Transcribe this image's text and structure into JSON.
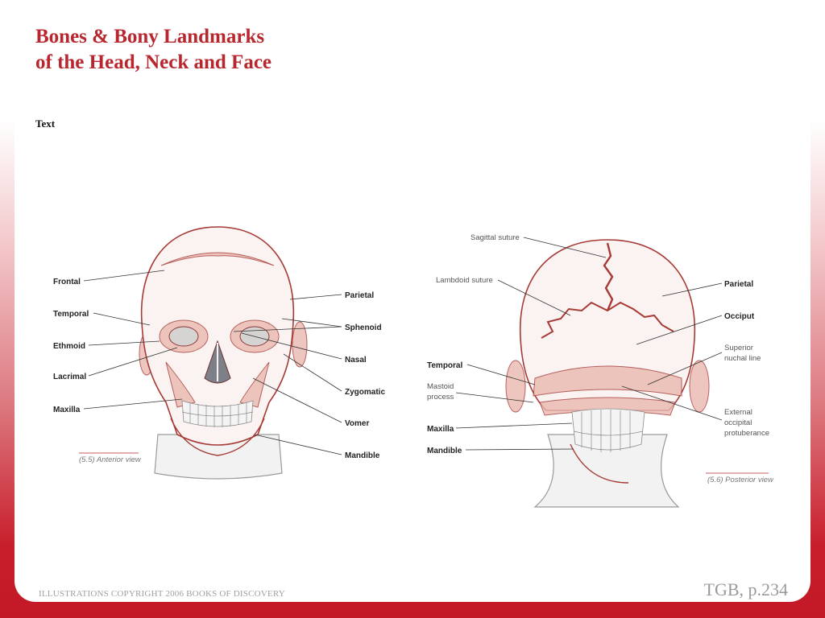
{
  "slide": {
    "title_line1": "Bones & Bony Landmarks",
    "title_line2": "of the Head, Neck and Face",
    "text_label": "Text",
    "footer_copyright": "ILLUSTRATIONS COPYRIGHT 2006 BOOKS OF DISCOVERY",
    "footer_reference": "TGB, p.234"
  },
  "anterior": {
    "caption": "(5.5) Anterior view",
    "left_labels": [
      "Frontal",
      "Temporal",
      "Ethmoid",
      "Lacrimal",
      "Maxilla"
    ],
    "right_labels": [
      "Parietal",
      "Sphenoid",
      "Nasal",
      "Zygomatic",
      "Vomer",
      "Mandible"
    ]
  },
  "posterior": {
    "caption": "(5.6) Posterior view",
    "sagittal": "Sagittal suture",
    "lambdoid": "Lambdoid suture",
    "temporal": "Temporal",
    "mastoid_1": "Mastoid",
    "mastoid_2": "process",
    "maxilla": "Maxilla",
    "mandible": "Mandible",
    "parietal": "Parietal",
    "occiput": "Occiput",
    "nuchal_1": "Superior",
    "nuchal_2": "nuchal line",
    "ext_1": "External",
    "ext_2": "occipital",
    "ext_3": "protuberance"
  },
  "colors": {
    "title": "#b8262e",
    "bone_line": "#a63a35",
    "background_red": "#c31926"
  }
}
